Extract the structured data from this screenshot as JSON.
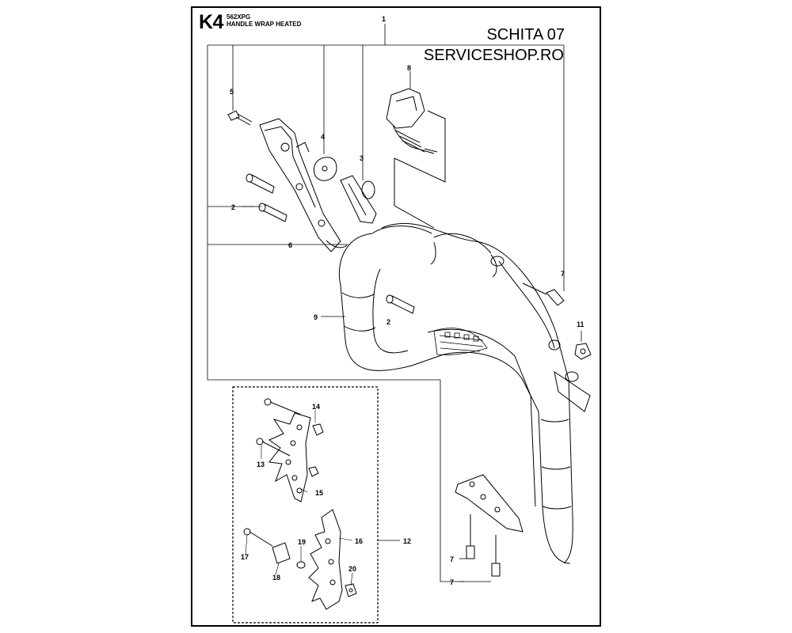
{
  "header": {
    "code": "K4",
    "model": "562XPG",
    "title": "HANDLE WRAP HEATED"
  },
  "branding": {
    "line1": "SCHITA 07",
    "line2": "SERVICESHOP.RO"
  },
  "callouts": {
    "c1": "1",
    "c2a": "2",
    "c2b": "2",
    "c3": "3",
    "c4": "4",
    "c5": "5",
    "c6": "6",
    "c7a": "7",
    "c7b": "7",
    "c7c": "7",
    "c8": "8",
    "c9": "9",
    "c11": "11",
    "c12": "12",
    "c13": "13",
    "c14": "14",
    "c15": "15",
    "c16": "16",
    "c17": "17",
    "c18": "18",
    "c19": "19",
    "c20": "20"
  }
}
